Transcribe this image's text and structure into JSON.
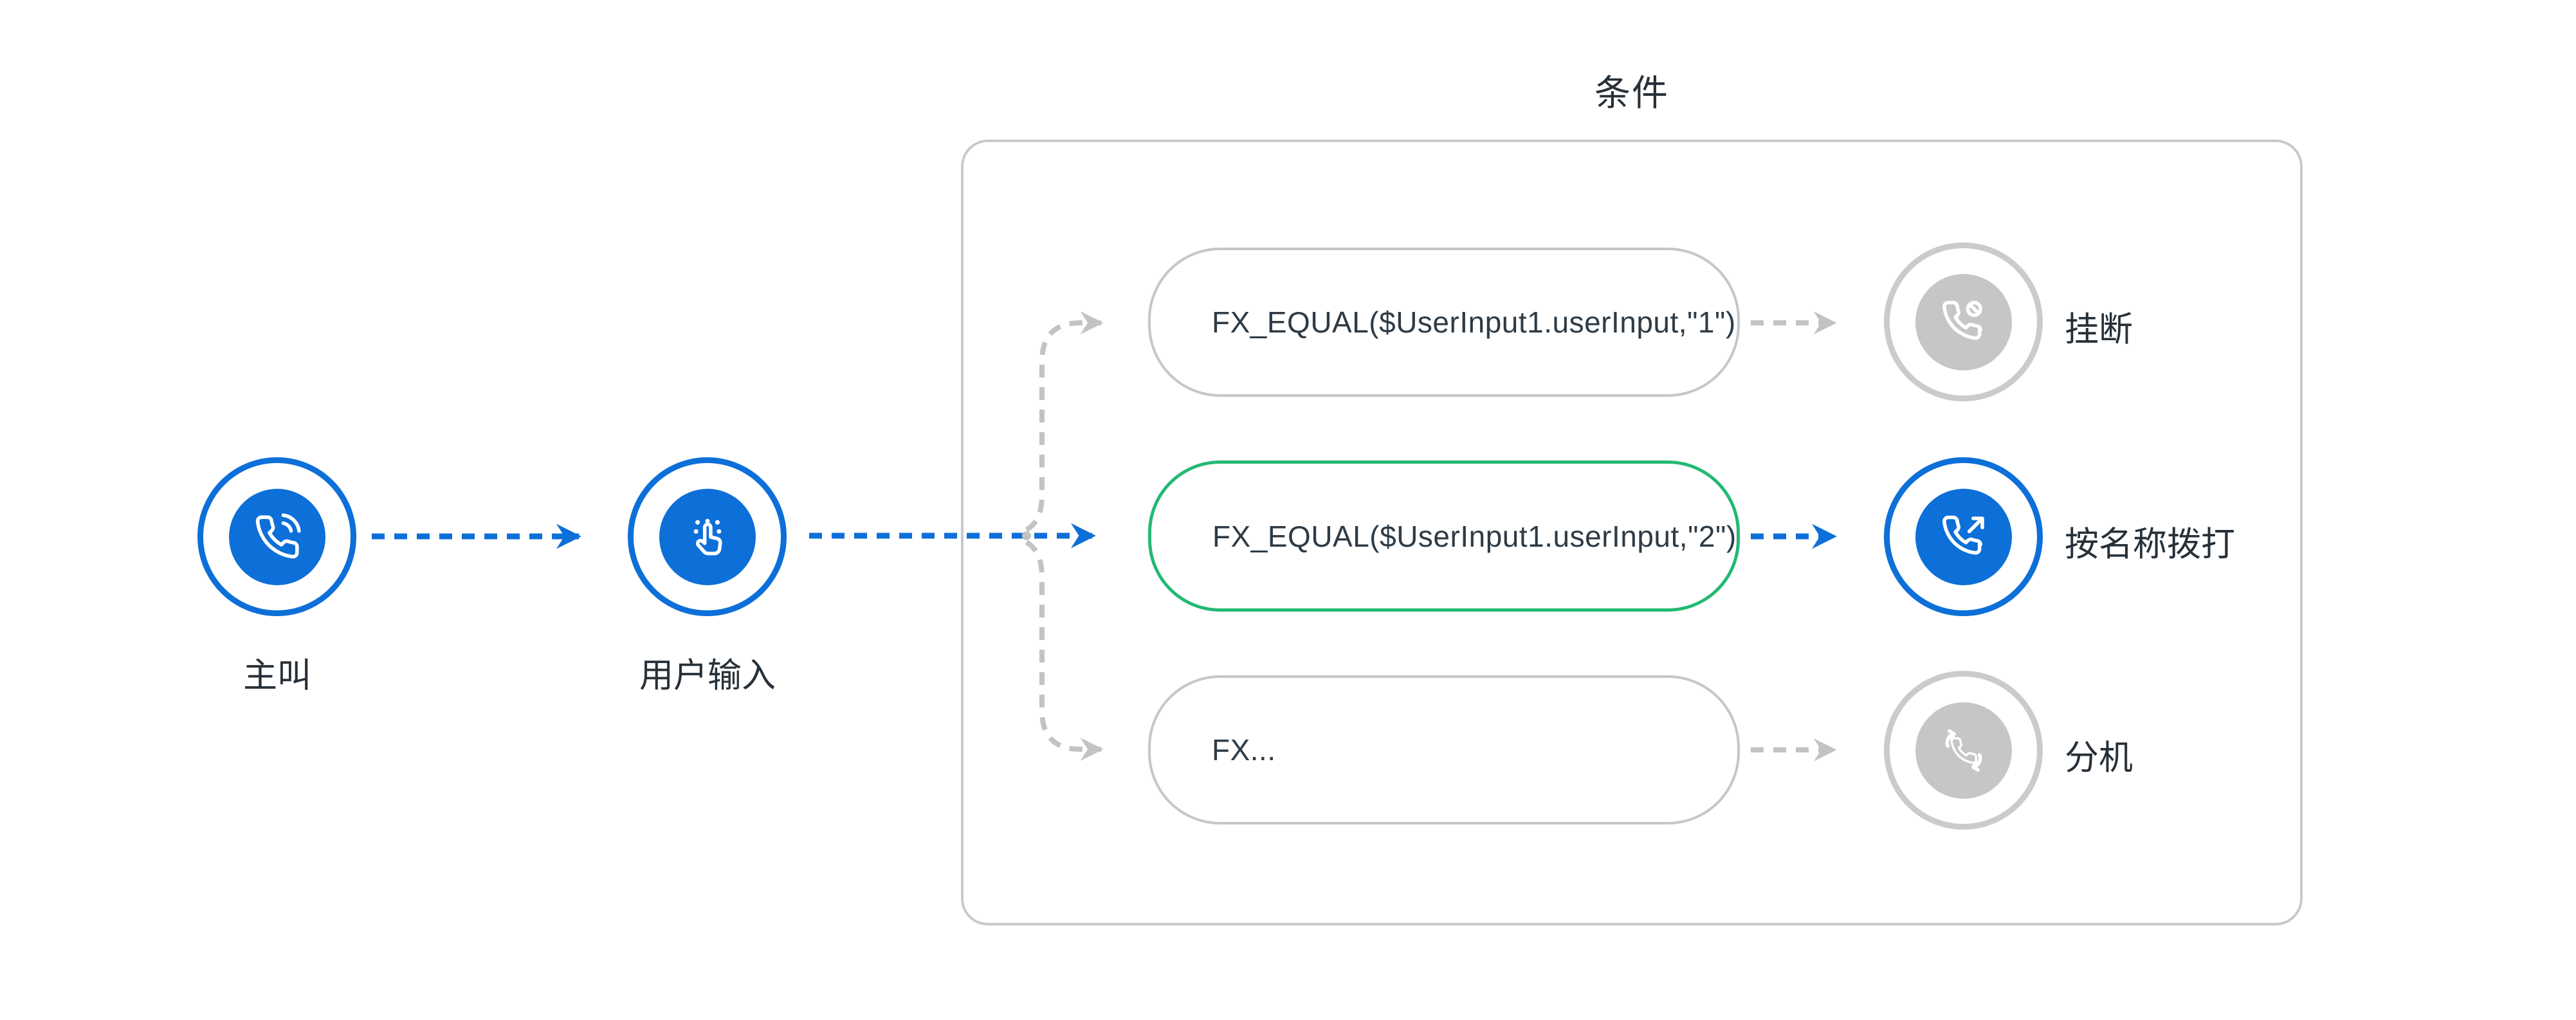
{
  "palette": {
    "active_blue": "#0d6fd8",
    "selected_green": "#23b973",
    "inactive_gray": "#c6c6c6",
    "connector_gray": "#c3c3c3",
    "text_dark": "#273038"
  },
  "flow": {
    "title": "条件",
    "source_nodes": [
      {
        "id": "caller",
        "label": "主叫",
        "icon": "incoming-call-icon",
        "state": "active"
      },
      {
        "id": "user-input",
        "label": "用户输入",
        "icon": "keypad-input-icon",
        "state": "active"
      }
    ],
    "conditions": [
      {
        "expression": "FX_EQUAL($UserInput1.userInput,\"1\")",
        "state": "inactive",
        "target": {
          "label": "挂断",
          "icon": "hangup-call-icon",
          "state": "inactive"
        }
      },
      {
        "expression": "FX_EQUAL($UserInput1.userInput,\"2\")",
        "state": "selected",
        "target": {
          "label": "按名称拨打",
          "icon": "outgoing-call-icon",
          "state": "active"
        }
      },
      {
        "expression": "FX...",
        "state": "inactive",
        "target": {
          "label": "分机",
          "icon": "transfer-call-icon",
          "state": "inactive"
        }
      }
    ]
  }
}
